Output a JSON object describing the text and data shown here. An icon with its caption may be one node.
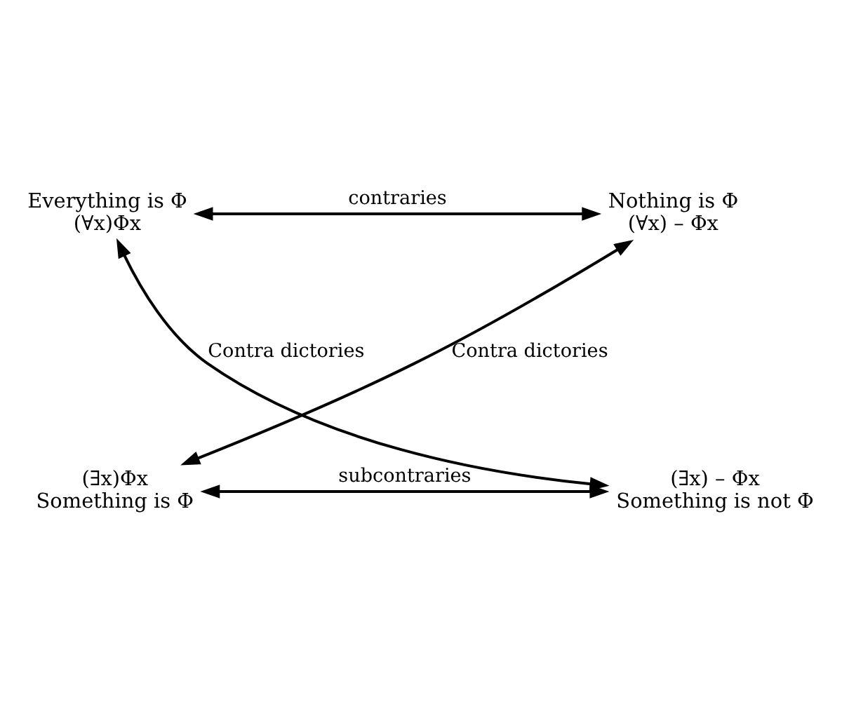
{
  "diagram": {
    "nodes": [
      {
        "text": [
          "Everything is Φ",
          "(∀x)Φx"
        ]
      },
      {
        "text": [
          "Nothing is Φ",
          "(∀x) – Φx"
        ]
      },
      {
        "text": [
          "(∃x)Φx",
          "Something is Φ"
        ]
      },
      {
        "text": [
          "(∃x) – Φx",
          "Something is not Φ"
        ]
      }
    ],
    "edges": [
      {
        "from": 0,
        "to": 1,
        "arrow": "both",
        "label": "contraries"
      },
      {
        "from": 0,
        "to": 3,
        "arrow": "both",
        "label": "Contra dictories"
      },
      {
        "from": 1,
        "to": 2,
        "arrow": "both",
        "label": "Contra dictories"
      },
      {
        "from": 2,
        "to": 3,
        "arrow": "both",
        "label": "subcontraries"
      }
    ]
  }
}
